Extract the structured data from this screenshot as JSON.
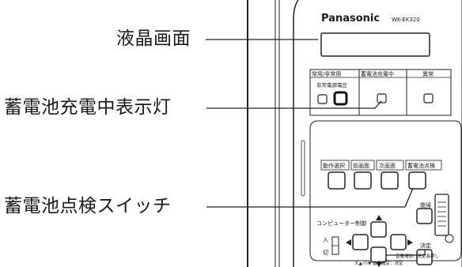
{
  "callouts": {
    "lcd_screen": "液晶画面",
    "charging_indicator": "蓄電池充電中表示灯",
    "battery_check_switch": "蓄電池点検スイッチ"
  },
  "device": {
    "brand": "Panasonic",
    "model": "WK-EK320",
    "top_panel": {
      "col1_header": "常用/非常用",
      "col1_sub": "非常電源電圧",
      "col2_header": "蓄電池充電中",
      "col3_header": "異常"
    },
    "buttons_row": [
      "動作選択",
      "前画面",
      "次画面",
      "蓄電池点検"
    ],
    "reset_label": "復帰",
    "computer_label": "コンピューター制御",
    "on_label": "入",
    "off_label": "切",
    "enter_label": "決定",
    "legend_line1": "音量増加：決定長押し",
    "legend_line2": "大▲/小▼ 音量確定：決定"
  }
}
